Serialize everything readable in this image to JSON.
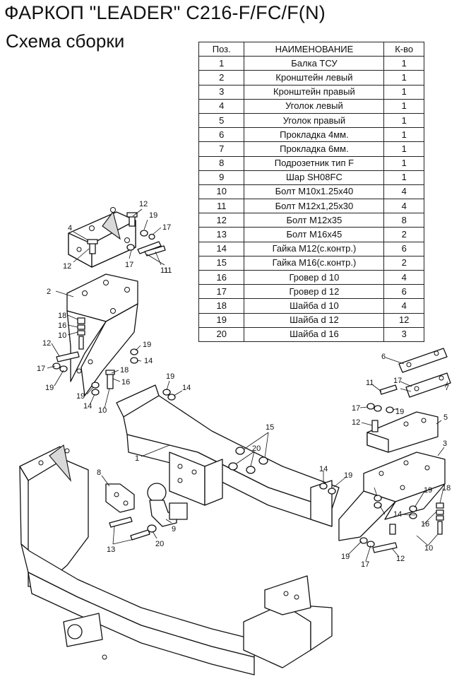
{
  "header": {
    "title": "ФАРКОП \"LEADER\" C216-F/FC/F(N)",
    "subtitle": "Схема сборки"
  },
  "parts_table": {
    "columns": [
      "Поз.",
      "НАИМЕНОВАНИЕ",
      "К-во"
    ],
    "rows": [
      {
        "pos": "1",
        "name": "Балка ТСУ",
        "qty": "1"
      },
      {
        "pos": "2",
        "name": "Кронштейн левый",
        "qty": "1"
      },
      {
        "pos": "3",
        "name": "Кронштейн правый",
        "qty": "1"
      },
      {
        "pos": "4",
        "name": "Уголок левый",
        "qty": "1"
      },
      {
        "pos": "5",
        "name": "Уголок правый",
        "qty": "1"
      },
      {
        "pos": "6",
        "name": "Прокладка 4мм.",
        "qty": "1"
      },
      {
        "pos": "7",
        "name": "Прокладка 6мм.",
        "qty": "1"
      },
      {
        "pos": "8",
        "name": "Подрозетник тип F",
        "qty": "1"
      },
      {
        "pos": "9",
        "name": "Шар SH08FC",
        "qty": "1"
      },
      {
        "pos": "10",
        "name": "Болт М10х1.25х40",
        "qty": "4"
      },
      {
        "pos": "11",
        "name": "Болт М12х1,25х30",
        "qty": "4"
      },
      {
        "pos": "12",
        "name": "Болт М12х35",
        "qty": "8"
      },
      {
        "pos": "13",
        "name": "Болт М16х45",
        "qty": "2"
      },
      {
        "pos": "14",
        "name": "Гайка М12(с.контр.)",
        "qty": "6"
      },
      {
        "pos": "15",
        "name": "Гайка  М16(с.контр.)",
        "qty": "2"
      },
      {
        "pos": "16",
        "name": "Гровер d 10",
        "qty": "4"
      },
      {
        "pos": "17",
        "name": "Гровер d 12",
        "qty": "6"
      },
      {
        "pos": "18",
        "name": "Шайба d 10",
        "qty": "4"
      },
      {
        "pos": "19",
        "name": "Шайба d 12",
        "qty": "12"
      },
      {
        "pos": "20",
        "name": "Шайба d 16",
        "qty": "3"
      }
    ]
  },
  "callouts": [
    "12",
    "19",
    "4",
    "17",
    "11",
    "12",
    "17",
    "11",
    "2",
    "18",
    "16",
    "10",
    "19",
    "12",
    "14",
    "17",
    "19",
    "18",
    "19",
    "16",
    "14",
    "10",
    "19",
    "14",
    "15",
    "20",
    "1",
    "8",
    "9",
    "13",
    "20",
    "6",
    "11",
    "17",
    "7",
    "17",
    "19",
    "12",
    "5",
    "3",
    "14",
    "19",
    "19",
    "14",
    "18",
    "16",
    "10",
    "19",
    "17",
    "12"
  ]
}
